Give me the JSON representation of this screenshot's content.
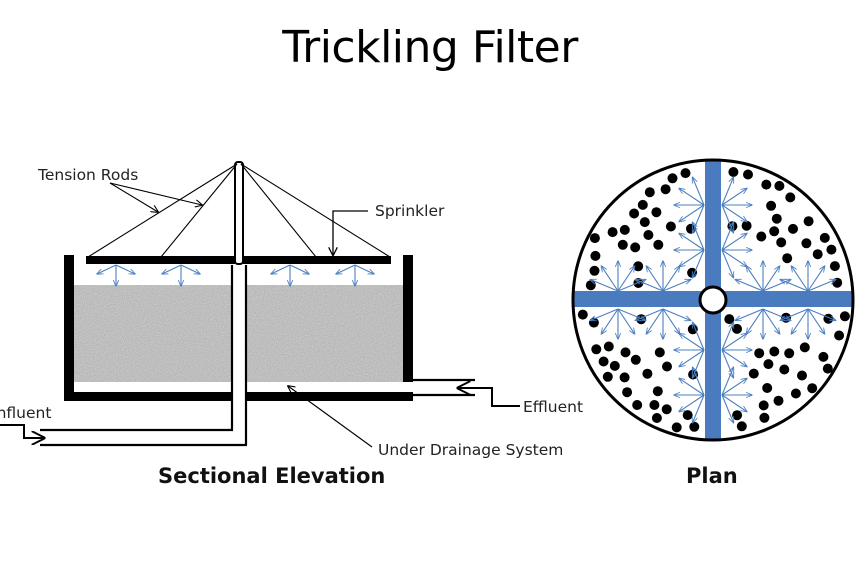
{
  "title": "Trickling Filter",
  "sectional_elevation": {
    "caption": "Sectional Elevation",
    "labels": {
      "tension_rods": "Tension Rods",
      "sprinkler": "Sprinkler",
      "influent": "Influent",
      "effluent": "Effluent",
      "under_drainage": "Under Drainage System"
    }
  },
  "plan": {
    "caption": "Plan"
  },
  "colors": {
    "spray_arrows": "#4a7fc1",
    "distributor_arms": "#4a7bbf",
    "filter_media": "#9a9a9a",
    "structure": "#000000"
  }
}
